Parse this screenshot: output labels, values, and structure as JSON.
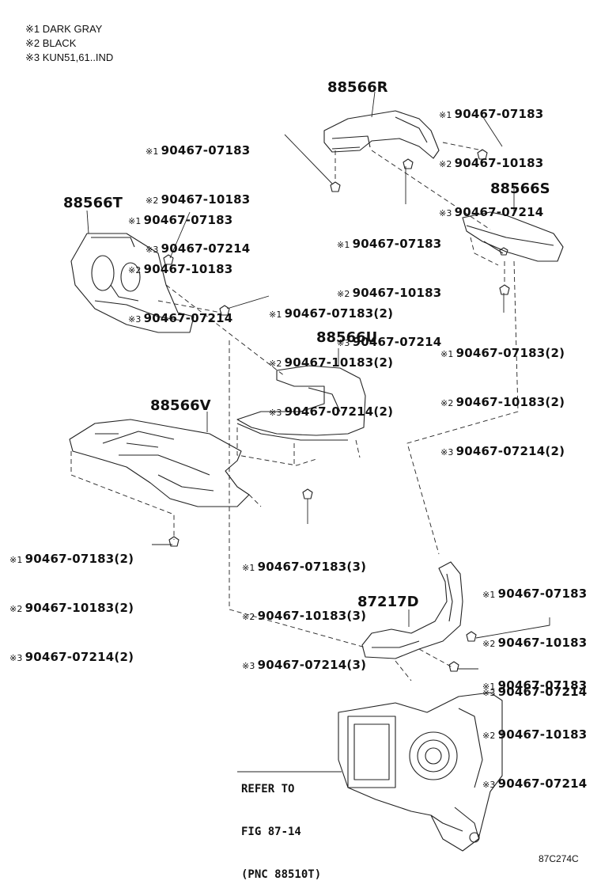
{
  "legend": [
    "※1 DARK GRAY",
    "※2 BLACK",
    "※3 KUN51,61..IND"
  ],
  "marks": [
    "※1",
    "※2",
    "※3"
  ],
  "parts": {
    "p88566R": "88566R",
    "p88566S": "88566S",
    "p88566T": "88566T",
    "p88566U": "88566U",
    "p88566V": "88566V",
    "p87217D": "87217D"
  },
  "clip_groups": {
    "top_left": [
      "90467-07183",
      "90467-10183",
      "90467-07214"
    ],
    "top_right": [
      "90467-07183",
      "90467-10183",
      "90467-07214"
    ],
    "mid_r": [
      "90467-07183",
      "90467-10183",
      "90467-07214"
    ],
    "t_group": [
      "90467-07183",
      "90467-10183",
      "90467-07214"
    ],
    "t_right_2": [
      "90467-07183(2)",
      "90467-10183(2)",
      "90467-07214(2)"
    ],
    "s_below_2": [
      "90467-07183(2)",
      "90467-10183(2)",
      "90467-07214(2)"
    ],
    "v_below_2": [
      "90467-07183(2)",
      "90467-10183(2)",
      "90467-07214(2)"
    ],
    "u_below_3": [
      "90467-07183(3)",
      "90467-10183(3)",
      "90467-07214(3)"
    ],
    "d_right_a": [
      "90467-07183",
      "90467-10183",
      "90467-07214"
    ],
    "d_right_b": [
      "90467-07183",
      "90467-10183",
      "90467-07214"
    ]
  },
  "refer": {
    "line1": "REFER TO",
    "line2": "FIG 87-14",
    "line3": "(PNC 88510T)"
  },
  "figure_code": "87C274C"
}
